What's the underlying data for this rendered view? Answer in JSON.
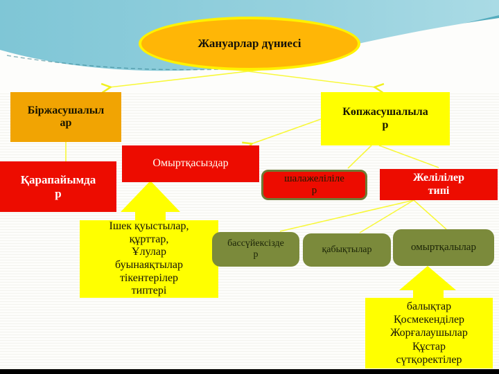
{
  "slide": {
    "root": {
      "label": "Жануарлар дүниесі"
    },
    "level1": {
      "unicellular": {
        "label": "Біржасушалыл\nар"
      },
      "multicellular": {
        "label": "Көпжасушалыла\nр"
      }
    },
    "level2": {
      "protozoa": {
        "label": "Қарапайымда\nр"
      },
      "invertebrates": {
        "label": "Омыртқасыздар"
      },
      "hemichordates": {
        "label": "шалажеліліле\nр"
      },
      "chordates": {
        "label": "Желілілер\nтипі"
      }
    },
    "invertebrate_types": {
      "label": "Ішек қуыстылар,\nқұрттар,\nҰлулар\nбуынаяқтылар\nтікентерілер\nтиптері"
    },
    "chordate_subtypes": [
      {
        "label": "бассүйексізде\nр"
      },
      {
        "label": "қабықтылар"
      },
      {
        "label": "омыртқалылар"
      }
    ],
    "vertebrate_classes": {
      "label": "балықтар\nҚосмекенділер\nЖорғалаушылар\nҚұстар\nсүтқоректілер"
    },
    "colors": {
      "ellipse_fill": "#ffb606",
      "ellipse_border": "#fff200",
      "orange_box": "#f1a403",
      "red_box": "#ed0c00",
      "yellow_box": "#ffff00",
      "olive_box": "#7b8a3b",
      "olive_border": "#6e7b35",
      "connector_yellow": "#f8f83a",
      "wave_blue": "#7fc6d6",
      "bottom_bar": "#000000"
    }
  }
}
